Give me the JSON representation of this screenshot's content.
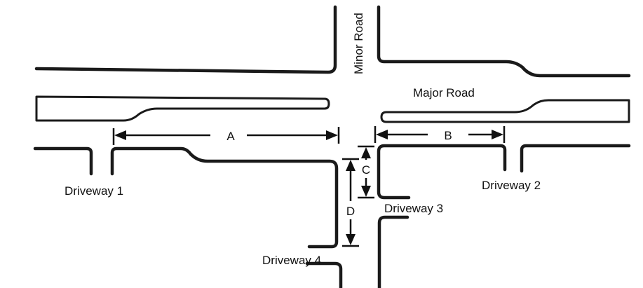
{
  "roads": {
    "major": "Major Road",
    "minor": "Minor Road"
  },
  "driveways": {
    "d1": "Driveway 1",
    "d2": "Driveway 2",
    "d3": "Driveway 3",
    "d4": "Driveway 4"
  },
  "dimensions": {
    "a": "A",
    "b": "B",
    "c": "C",
    "d": "D"
  }
}
